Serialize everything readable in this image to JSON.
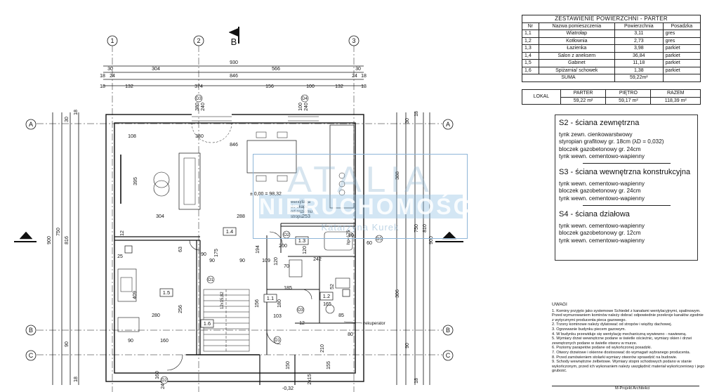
{
  "axes": {
    "vertical": [
      "1",
      "2",
      "3"
    ],
    "horizontal": [
      "A",
      "B",
      "C"
    ]
  },
  "section_marks": {
    "top": "B",
    "left": "A",
    "right": "A"
  },
  "dims_top": {
    "row1": [
      "930"
    ],
    "row2": [
      "30",
      "304",
      "566",
      "30"
    ],
    "row3": [
      "18",
      "24",
      "846",
      "24",
      "18"
    ],
    "row4": [
      "18",
      "132",
      "374",
      "156",
      "100",
      "132",
      "18"
    ],
    "vert_openings": [
      "380",
      "240",
      "100",
      "240"
    ]
  },
  "dims_side": {
    "left": [
      "900",
      "750",
      "816",
      "30",
      "18",
      "90",
      "18"
    ],
    "right": [
      "900",
      "810",
      "750",
      "388",
      "306",
      "30",
      "18",
      "90",
      "18"
    ]
  },
  "dims_inner": [
    "108",
    "380",
    "846",
    "395",
    "304",
    "288",
    "253",
    "12",
    "63",
    "25",
    "90",
    "90",
    "109",
    "242",
    "409",
    "280",
    "256",
    "185",
    "180",
    "175",
    "194",
    "200",
    "120",
    "52",
    "12",
    "160",
    "90",
    "156",
    "165",
    "85",
    "103",
    "70",
    "80",
    "90",
    "60",
    "240",
    "160",
    "120",
    "150",
    "155",
    "210",
    "2x15",
    "-0,32",
    "80"
  ],
  "level_mark": "± 0,00 = 98,32",
  "rooms": [
    {
      "id": "1.4"
    },
    {
      "id": "1.3"
    },
    {
      "id": "1.5"
    },
    {
      "id": "1.1"
    },
    {
      "id": "1.2"
    },
    {
      "id": "1.6"
    }
  ],
  "door_tags": [
    "D3",
    "D4",
    "D5",
    "D1",
    "D2",
    "O1",
    "O2",
    "O3"
  ],
  "annotations": {
    "vent": [
      "wentylacja",
      "do okapu",
      "od poziomu",
      "stropu"
    ],
    "rekuperator": "rekuperator",
    "stairs_label": "12x15,82",
    "hp": "hp=175"
  },
  "watermark": {
    "line1": "ATALIA",
    "line2": "NIERUCHOMOŚCI",
    "line3": "Katarzyna Kurek"
  },
  "area_table": {
    "title": "ZESTAWIENIE POWIERZCHNI - PARTER",
    "headers": [
      "Nr",
      "Nazwa pomieszczenia",
      "Powierzchnia",
      "Posadzka"
    ],
    "rows": [
      [
        "1,1",
        "Wiatrołap",
        "3,11",
        "gres"
      ],
      [
        "1,2",
        "Kotłownia",
        "2,73",
        "gres"
      ],
      [
        "1,3",
        "Łazienka",
        "3,98",
        "parkiet"
      ],
      [
        "1,4",
        "Salon z aneksem",
        "36,84",
        "parkiet"
      ],
      [
        "1,5",
        "Gabinet",
        "11,18",
        "parkiet"
      ],
      [
        "1,6",
        "Spiżarnia/ schowek",
        "1,38",
        "parkiet"
      ]
    ],
    "sum_label": "SUMA",
    "sum_value": "59,22m²"
  },
  "lokal_table": {
    "label": "LOKAL",
    "headers": [
      "PARTER",
      "PIĘTRO",
      "RAZEM"
    ],
    "values": [
      "59,22 m²",
      "59,17 m²",
      "118,39 m²"
    ]
  },
  "walls": [
    {
      "code": "S2",
      "name": "- ściana zewnętrzna",
      "lines": [
        "tynk zewn. cienkowarstwowy",
        "styropian grafitowy gr. 18cm (λD = 0,032)",
        "bloczek gazobetonowy gr. 24cm",
        "tynk wewn. cementowo-wapienny"
      ]
    },
    {
      "code": "S3",
      "name": "- ściana wewnętrzna konstrukcyjna",
      "lines": [
        "tynk wewn. cementowo-wapienny",
        "bloczek gazobetonowy gr. 24cm",
        "tynk wewn. cementowo-wapienny"
      ]
    },
    {
      "code": "S4",
      "name": "- ściana działowa",
      "lines": [
        "tynk wewn. cementowo-wapienny",
        "bloczek gazobetonowy gr. 12cm",
        "tynk wewn. cementowo-wapienny"
      ]
    }
  ],
  "notes": {
    "title": "UWAGI",
    "items": [
      "1. Kominy przyjęto jako systemowe Schiedel z kanałami wentylacyjnymi, spalinowym. Przed wymurowaniem kominów należy dobrać odpowiednie przekroje kanałów zgodnie z wytycznymi producenta pieca gazowego.",
      "2. Trzony kominowe należy dylatować od stropów i więźby dachowej.",
      "3. Ogrzewanie budynku piecem gazowym.",
      "4. W budynku przewiduje się wentylację mechaniczną wywiewno - nawiewną.",
      "5. Wymiary drzwi wewnętrzne podane w świetle ościeżnic, wymiary okien i drzwi zewnętrznych podane w świetle otworu w murze.",
      "6. Poziomy parapetów podane od wykończonej posadzki.",
      "7. Otwory drzwiowe i okienne dostosować do wymagań wybranego producenta.",
      "8. Przed zamówieniem stolarki wymiary otworów sprawdzić na budowie.",
      "9. Schody wewnętrzne żelbetowe. Wymiary stopni schodowych podano w stanie wykończonym, przed ich wykonaniem należy uwzględnić materiał wykończeniowy i jego grubość."
    ]
  },
  "firm": "M-Projekt Architekci"
}
